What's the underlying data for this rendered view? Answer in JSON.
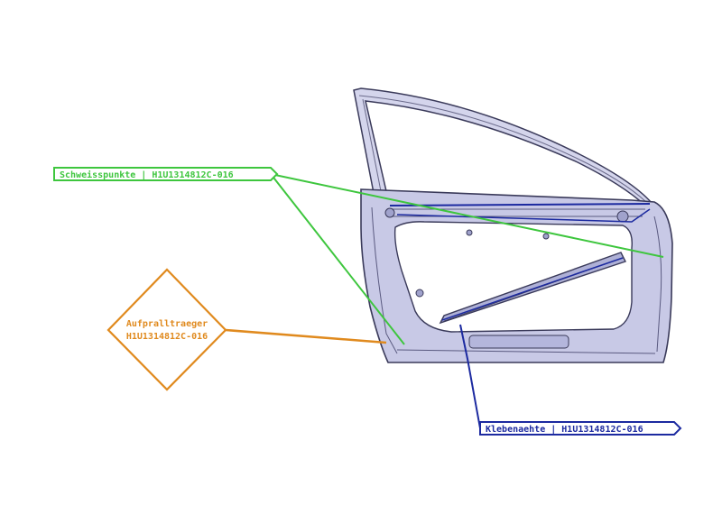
{
  "colors": {
    "weld": "#3ec63e",
    "impact": "#e08a1e",
    "adhesive": "#1c2aa0",
    "door_fill": "#c8c9e6",
    "door_line": "#3a3a5a"
  },
  "callouts": {
    "weld": {
      "text": "Schweisspunkte | H1U1314812C-016"
    },
    "impact": {
      "line1": "Aufpralltraeger",
      "line2": "H1U1314812C-016"
    },
    "adhesive": {
      "text": "Klebenaehte | H1U1314812C-016"
    }
  }
}
